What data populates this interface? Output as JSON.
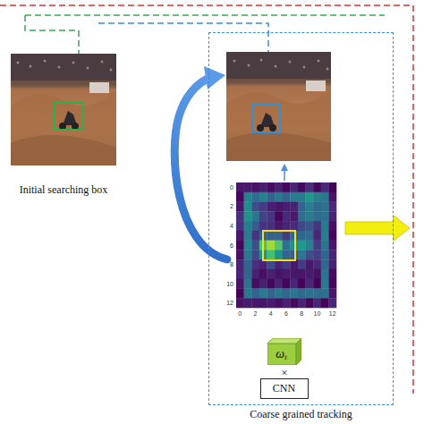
{
  "diagram": {
    "nodes": [
      {
        "text": [
          "Initial searching box"
        ]
      },
      {
        "text": [
          "Coarse grained tracking"
        ]
      },
      {
        "text": [
          "ω",
          "t"
        ],
        "in": 1
      },
      {
        "text": [
          "CNN"
        ],
        "in": 1
      }
    ],
    "labels": [
      "0",
      "2",
      "4",
      "6",
      "8",
      "10",
      "12",
      "0",
      "2",
      "4",
      "6",
      "8",
      "10",
      "12",
      "×"
    ]
  }
}
